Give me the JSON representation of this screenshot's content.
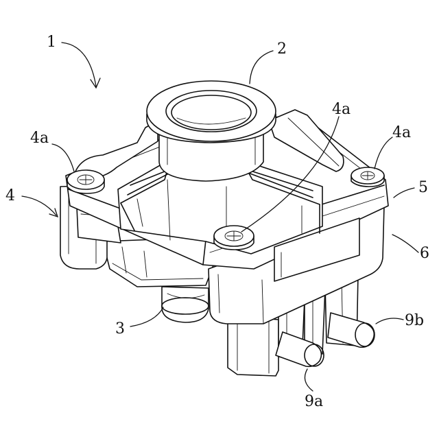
{
  "labels": {
    "assembly": "1",
    "top_port": "2",
    "bottom_port": "3",
    "housing": "4",
    "screw_center": "4a",
    "screw_left": "4a",
    "screw_right": "4a",
    "upper_body": "5",
    "lower_body": "6",
    "pin_a": "9a",
    "pin_b": "9b"
  }
}
